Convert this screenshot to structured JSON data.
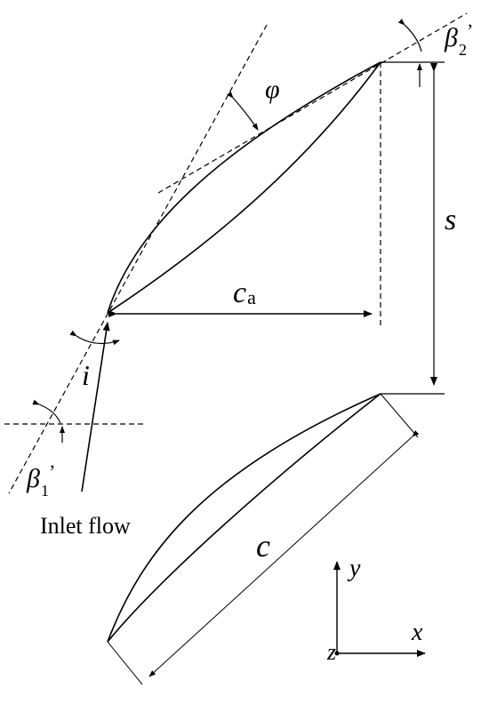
{
  "labels": {
    "phi": "φ",
    "beta2": "β",
    "beta2_sub": "2",
    "beta2_prime": "’",
    "s": "s",
    "ca_main": "c",
    "ca_sub": "a",
    "i": "i",
    "beta1": "β",
    "beta1_sub": "1",
    "beta1_prime": "’",
    "inlet_flow": "Inlet flow",
    "c": "c",
    "axis_y": "y",
    "axis_x": "x",
    "axis_z": "z"
  },
  "colors": {
    "ink": "#000000",
    "background": "#ffffff"
  }
}
